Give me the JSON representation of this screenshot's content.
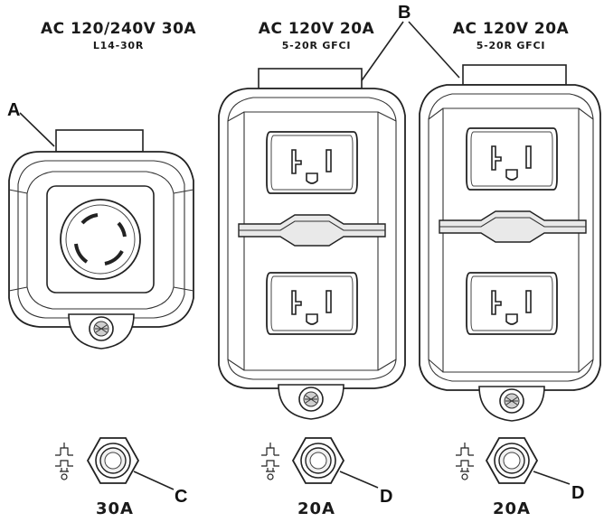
{
  "outlets": {
    "left": {
      "rating": "AC 120/240V 30A",
      "type": "L14-30R",
      "breaker": "30A"
    },
    "middle": {
      "rating": "AC 120V 20A",
      "type": "5-20R GFCI",
      "breaker": "20A"
    },
    "right": {
      "rating": "AC 120V 20A",
      "type": "5-20R GFCI",
      "breaker": "20A"
    }
  },
  "callouts": {
    "a": "A",
    "b": "B",
    "c": "C",
    "d1": "D",
    "d2": "D"
  },
  "icons": [
    "locking-outlet-icon",
    "duplex-outlet-icon",
    "circuit-breaker-icon",
    "thermal-breaker-symbol-icon",
    "cover-screw-icon"
  ]
}
